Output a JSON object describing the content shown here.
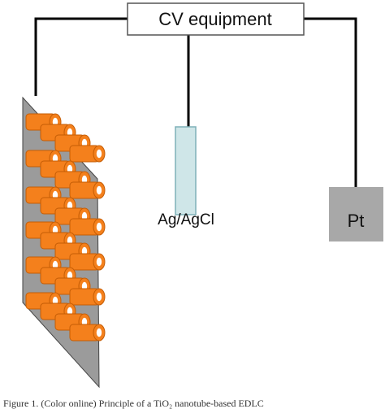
{
  "diagram": {
    "equipment_label": "CV equipment",
    "reference_electrode_label": "Ag/AgCl",
    "counter_electrode_label": "Pt",
    "caption": "Figure 1. (Color online) Principle of a TiO₂ nanotube-based EDLC"
  },
  "colors": {
    "wire": "#000000",
    "equipment_box_fill": "#ffffff",
    "equipment_box_stroke": "#555555",
    "reference_tube_fill": "#cfe6e8",
    "reference_tube_stroke": "#7fb0b8",
    "counter_electrode_fill": "#a8a8a8",
    "working_plate_fill": "#9b9b9b",
    "working_plate_stroke": "#444444",
    "nanotube_orange": "#f4801c",
    "nanotube_dark": "#c55d05",
    "nanotube_bore": "#ffffff"
  },
  "icons": {
    "working_electrode": "nanotube-array-icon"
  }
}
